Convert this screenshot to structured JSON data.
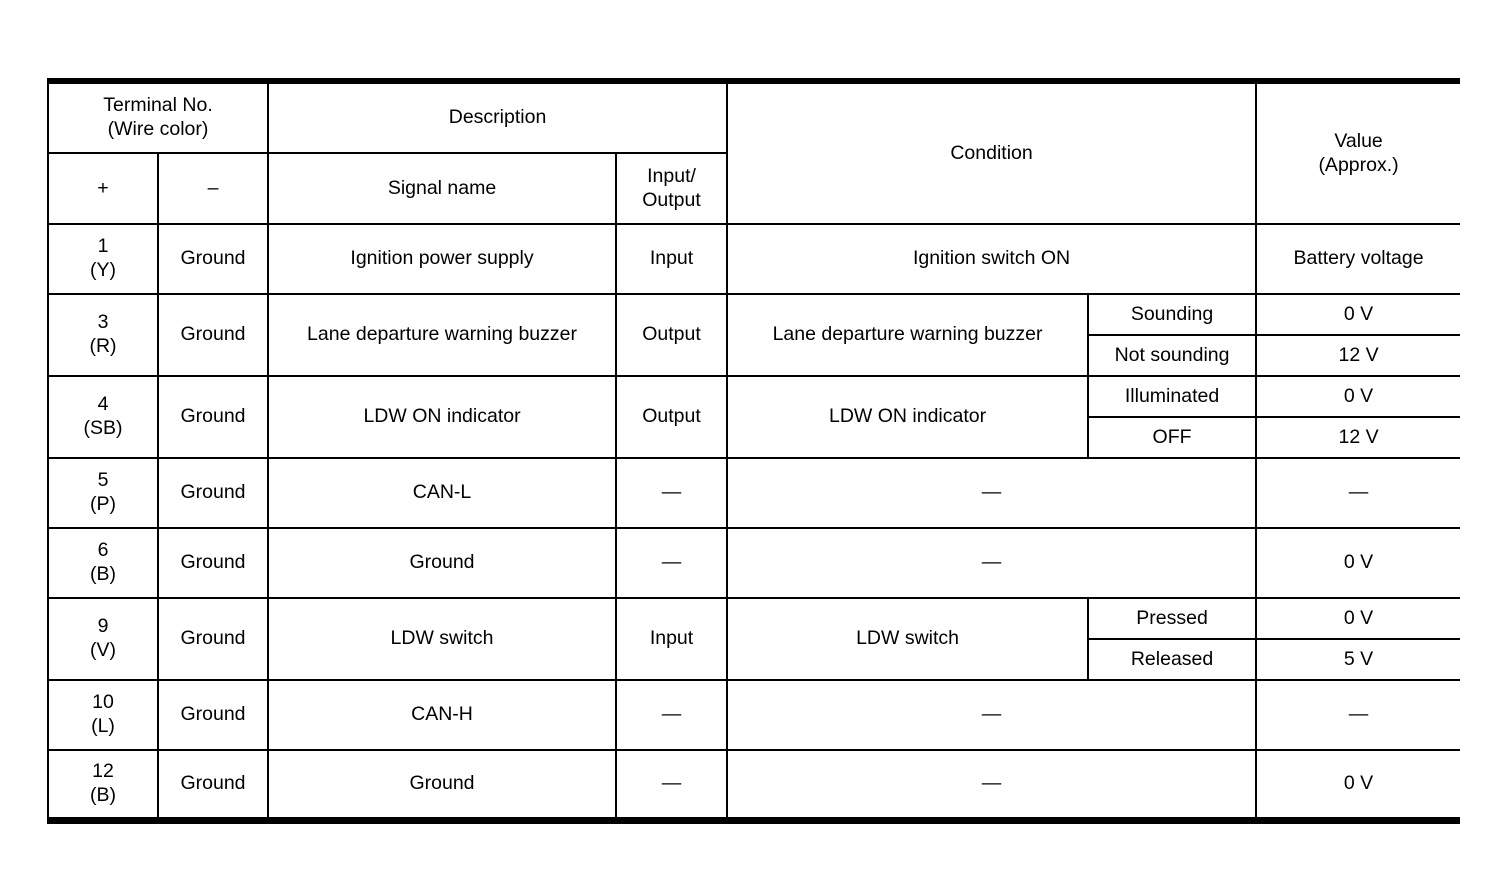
{
  "table": {
    "header": {
      "terminal_line1": "Terminal No.",
      "terminal_line2": "(Wire color)",
      "plus": "+",
      "minus": "–",
      "description": "Description",
      "signal_name": "Signal name",
      "io_line1": "Input/",
      "io_line2": "Output",
      "condition": "Condition",
      "value_line1": "Value",
      "value_line2": "(Approx.)"
    },
    "rows": [
      {
        "terminal": "1",
        "wire_color": "(Y)",
        "minus": "Ground",
        "signal": "Ignition power supply",
        "io": "Input",
        "condition": "Ignition switch ON",
        "value": "Battery voltage"
      },
      {
        "terminal": "3",
        "wire_color": "(R)",
        "minus": "Ground",
        "signal": "Lane departure warning buzzer",
        "io": "Output",
        "condition": "Lane departure warning buzzer",
        "subconditions": [
          {
            "label": "Sounding",
            "value": "0 V"
          },
          {
            "label": "Not sounding",
            "value": "12 V"
          }
        ]
      },
      {
        "terminal": "4",
        "wire_color": "(SB)",
        "minus": "Ground",
        "signal": "LDW ON indicator",
        "io": "Output",
        "condition": "LDW ON indicator",
        "subconditions": [
          {
            "label": "Illuminated",
            "value": "0 V"
          },
          {
            "label": "OFF",
            "value": "12 V"
          }
        ]
      },
      {
        "terminal": "5",
        "wire_color": "(P)",
        "minus": "Ground",
        "signal": "CAN-L",
        "io": "—",
        "condition": "—",
        "value": "—"
      },
      {
        "terminal": "6",
        "wire_color": "(B)",
        "minus": "Ground",
        "signal": "Ground",
        "io": "—",
        "condition": "—",
        "value": "0 V"
      },
      {
        "terminal": "9",
        "wire_color": "(V)",
        "minus": "Ground",
        "signal": "LDW switch",
        "io": "Input",
        "condition": "LDW switch",
        "subconditions": [
          {
            "label": "Pressed",
            "value": "0 V"
          },
          {
            "label": "Released",
            "value": "5 V"
          }
        ]
      },
      {
        "terminal": "10",
        "wire_color": "(L)",
        "minus": "Ground",
        "signal": "CAN-H",
        "io": "—",
        "condition": "—",
        "value": "—"
      },
      {
        "terminal": "12",
        "wire_color": "(B)",
        "minus": "Ground",
        "signal": "Ground",
        "io": "—",
        "condition": "—",
        "value": "0 V"
      }
    ]
  }
}
